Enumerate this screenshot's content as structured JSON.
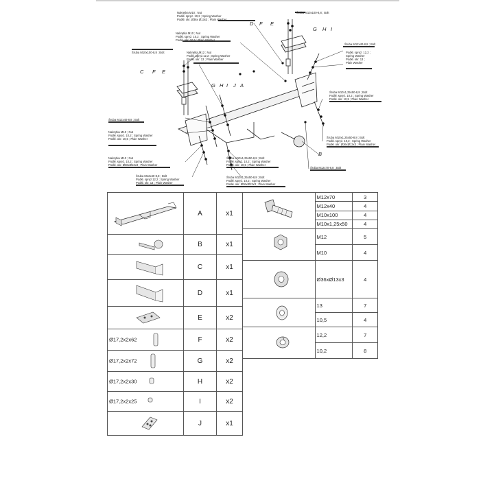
{
  "callouts": {
    "top_bolt": [
      "Šruba M10x100-8,8 ; Bolt"
    ],
    "nut_top": [
      "Nakrętka M10 ; Nut",
      "Podkł. spręż. 10,2 ; Spring Washer",
      "Podkł. okr. Ø36x Ø13x3 ; Plain Washer"
    ],
    "nut_left_top": [
      "Nakrętka M10 ; Nut",
      "Podkł. spręż. 10,2 ; Spring Washer",
      "Podkł. okr. 10,5 ; Plain Washer"
    ],
    "bolt_left_top": [
      "Šruba M10x100-8,8 ; Bolt"
    ],
    "nut_m12_top": [
      "Nakrętka M12 ; Nut",
      "Podkł. spręż.12,2 ; Spring Washer",
      "Podkł. okr. 13 ; Plain Washer"
    ],
    "bolt_right_top": [
      "Šruba M12x40-8,8 ; Bolt"
    ],
    "spring_right": [
      "Podkł. spręż. 12,2 ;",
      "Spring Washer",
      "Podkł. okr. 13 ;",
      "Plain Washer"
    ],
    "bolt_right_mid": [
      "Šruba M10x1,25x50-8,8 ; Bolt",
      "Podkł. spręż. 10,2 ; Spring Washer",
      "Podkł. okr. 10,5 ; Plain Washer"
    ],
    "bolt_right_low": [
      "Šruba M10x1,25x50-8,8 ; Bolt",
      "Podkł. spręż. 10,2 ; Spring Washer",
      "Podkł. okr. Ø36xØ13x3 ; Plain Washer"
    ],
    "bolt_m12x70": [
      "Šruba M12x70-8,8 ; Bolt"
    ],
    "bolt_left_mid": [
      "Šruba M12x40-8,8 ; Bolt"
    ],
    "nut_left_mid": [
      "Nakrętka M10 ; Nut",
      "Podkł. spręż. 10,2 ; Spring Washer",
      "Podkł. okr. 10,5 ; Plain Washer"
    ],
    "nut_left_low": [
      "Nakrętka M10 ; Nut",
      "Podkł. spręż. 10,2 ; Spring Washer",
      "Podkł. okr. Ø36xØ13x3 ; Plain Washer"
    ],
    "bolt_left_low": [
      "Šruba M12x40-8,8 ; Bolt",
      "Podkł. spręż.12,2 ; Spring Washer",
      "Podkł. okr. 13 ; Plain Washer"
    ],
    "bolt_center_low1": [
      "Šruba M10x1,25x50-8,8 ; Bolt",
      "Podkł. spręż. 10,2 ; Spring Washer",
      "Podkł. okr. 10,5 ; Plain Washer"
    ],
    "bolt_center_low2": [
      "Šruba M10x1,25x50-8,8 ; Bolt",
      "Podkł. spręż. 10,2 ; Spring Washer",
      "Podkł. okr. Ø36xØ13x3 ; Plain Washer"
    ]
  },
  "diagram_letters": {
    "left": [
      "C",
      "F",
      "E"
    ],
    "top": [
      "D",
      "F",
      "E"
    ],
    "right": [
      "G",
      "H",
      "I"
    ],
    "center": [
      "G",
      "H",
      "I",
      "J",
      "A"
    ],
    "b_mark": "B"
  },
  "parts": [
    {
      "dim": "",
      "letter": "A",
      "qty": "x1",
      "icon": "towbar-crossbar-icon"
    },
    {
      "dim": "",
      "letter": "B",
      "qty": "x1",
      "icon": "tow-ball-icon"
    },
    {
      "dim": "",
      "letter": "C",
      "qty": "x1",
      "icon": "left-bracket-icon"
    },
    {
      "dim": "",
      "letter": "D",
      "qty": "x1",
      "icon": "right-bracket-icon"
    },
    {
      "dim": "",
      "letter": "E",
      "qty": "x2",
      "icon": "plate-icon"
    },
    {
      "dim": "Ø17,2x2x62",
      "letter": "F",
      "qty": "x2",
      "icon": "sleeve-icon"
    },
    {
      "dim": "Ø17,2x2x72",
      "letter": "G",
      "qty": "x2",
      "icon": "sleeve-icon"
    },
    {
      "dim": "Ø17,2x2x30",
      "letter": "H",
      "qty": "x2",
      "icon": "sleeve-icon"
    },
    {
      "dim": "Ø17,2x2x25",
      "letter": "I",
      "qty": "x2",
      "icon": "sleeve-icon"
    },
    {
      "dim": "",
      "letter": "J",
      "qty": "x1",
      "icon": "socket-plate-icon"
    }
  ],
  "hardware": [
    {
      "icon": "bolt-icon",
      "rows": [
        {
          "spec": "M12x70",
          "qty": "3"
        },
        {
          "spec": "M12x40",
          "qty": "4"
        },
        {
          "spec": "M10x100",
          "qty": "4"
        },
        {
          "spec": "M10x1,25x50",
          "qty": "4"
        }
      ]
    },
    {
      "icon": "nut-icon",
      "rows": [
        {
          "spec": "M12",
          "qty": "5"
        },
        {
          "spec": "M10",
          "qty": "4"
        }
      ]
    },
    {
      "icon": "large-washer-icon",
      "rows": [
        {
          "spec": "Ø36xØ13x3",
          "qty": "4"
        }
      ]
    },
    {
      "icon": "plain-washer-icon",
      "rows": [
        {
          "spec": "13",
          "qty": "7"
        },
        {
          "spec": "10,5",
          "qty": "4"
        }
      ]
    },
    {
      "icon": "spring-washer-icon",
      "rows": [
        {
          "spec": "12,2",
          "qty": "7"
        },
        {
          "spec": "10,2",
          "qty": "8"
        }
      ]
    }
  ]
}
